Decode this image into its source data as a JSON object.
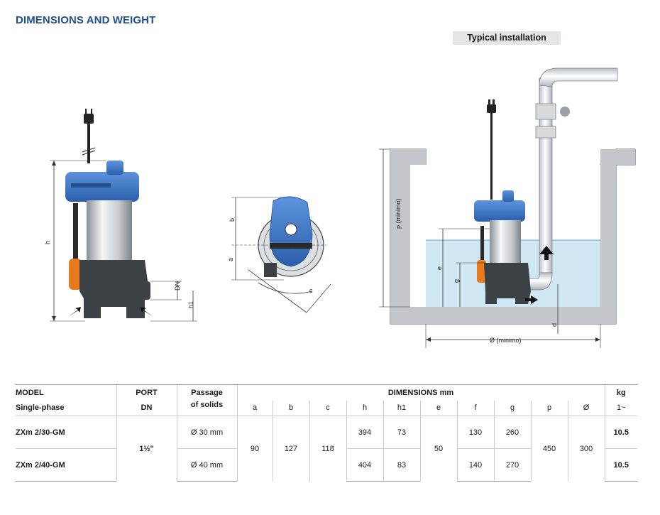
{
  "page": {
    "title": "DIMENSIONS AND WEIGHT",
    "install_label": "Typical installation"
  },
  "diagram_labels": {
    "h": "h",
    "h1": "h1",
    "dn": "DN",
    "a": "a",
    "b": "b",
    "c": "c",
    "p": "p (minimo)",
    "e": "e",
    "g": "g",
    "d": "d",
    "width": "Ø (minimo)"
  },
  "table": {
    "headers": {
      "model": "MODEL",
      "single_phase": "Single-phase",
      "port": "PORT",
      "dn": "DN",
      "passage_1": "Passage",
      "passage_2": "of solids",
      "dimensions": "DIMENSIONS mm",
      "kg": "kg",
      "phase": "1~",
      "cols": [
        "a",
        "b",
        "c",
        "h",
        "h1",
        "e",
        "f",
        "g",
        "p",
        "Ø"
      ]
    },
    "rows": [
      {
        "model": "ZXm 2/30-GM",
        "passage": "Ø 30 mm",
        "h": "394",
        "h1": "73",
        "f": "130",
        "g": "260",
        "kg": "10.5"
      },
      {
        "model": "ZXm 2/40-GM",
        "passage": "Ø 40 mm",
        "h": "404",
        "h1": "83",
        "f": "140",
        "g": "270",
        "kg": "10.5"
      }
    ],
    "shared": {
      "port": "1½\"",
      "a": "90",
      "b": "127",
      "c": "118",
      "e": "50",
      "p": "450",
      "dia": "300"
    }
  },
  "colors": {
    "title": "#1d4f8f",
    "pump_blue": "#3a73c4",
    "water": "#cfe6f3",
    "body_dark": "#3c4145"
  }
}
